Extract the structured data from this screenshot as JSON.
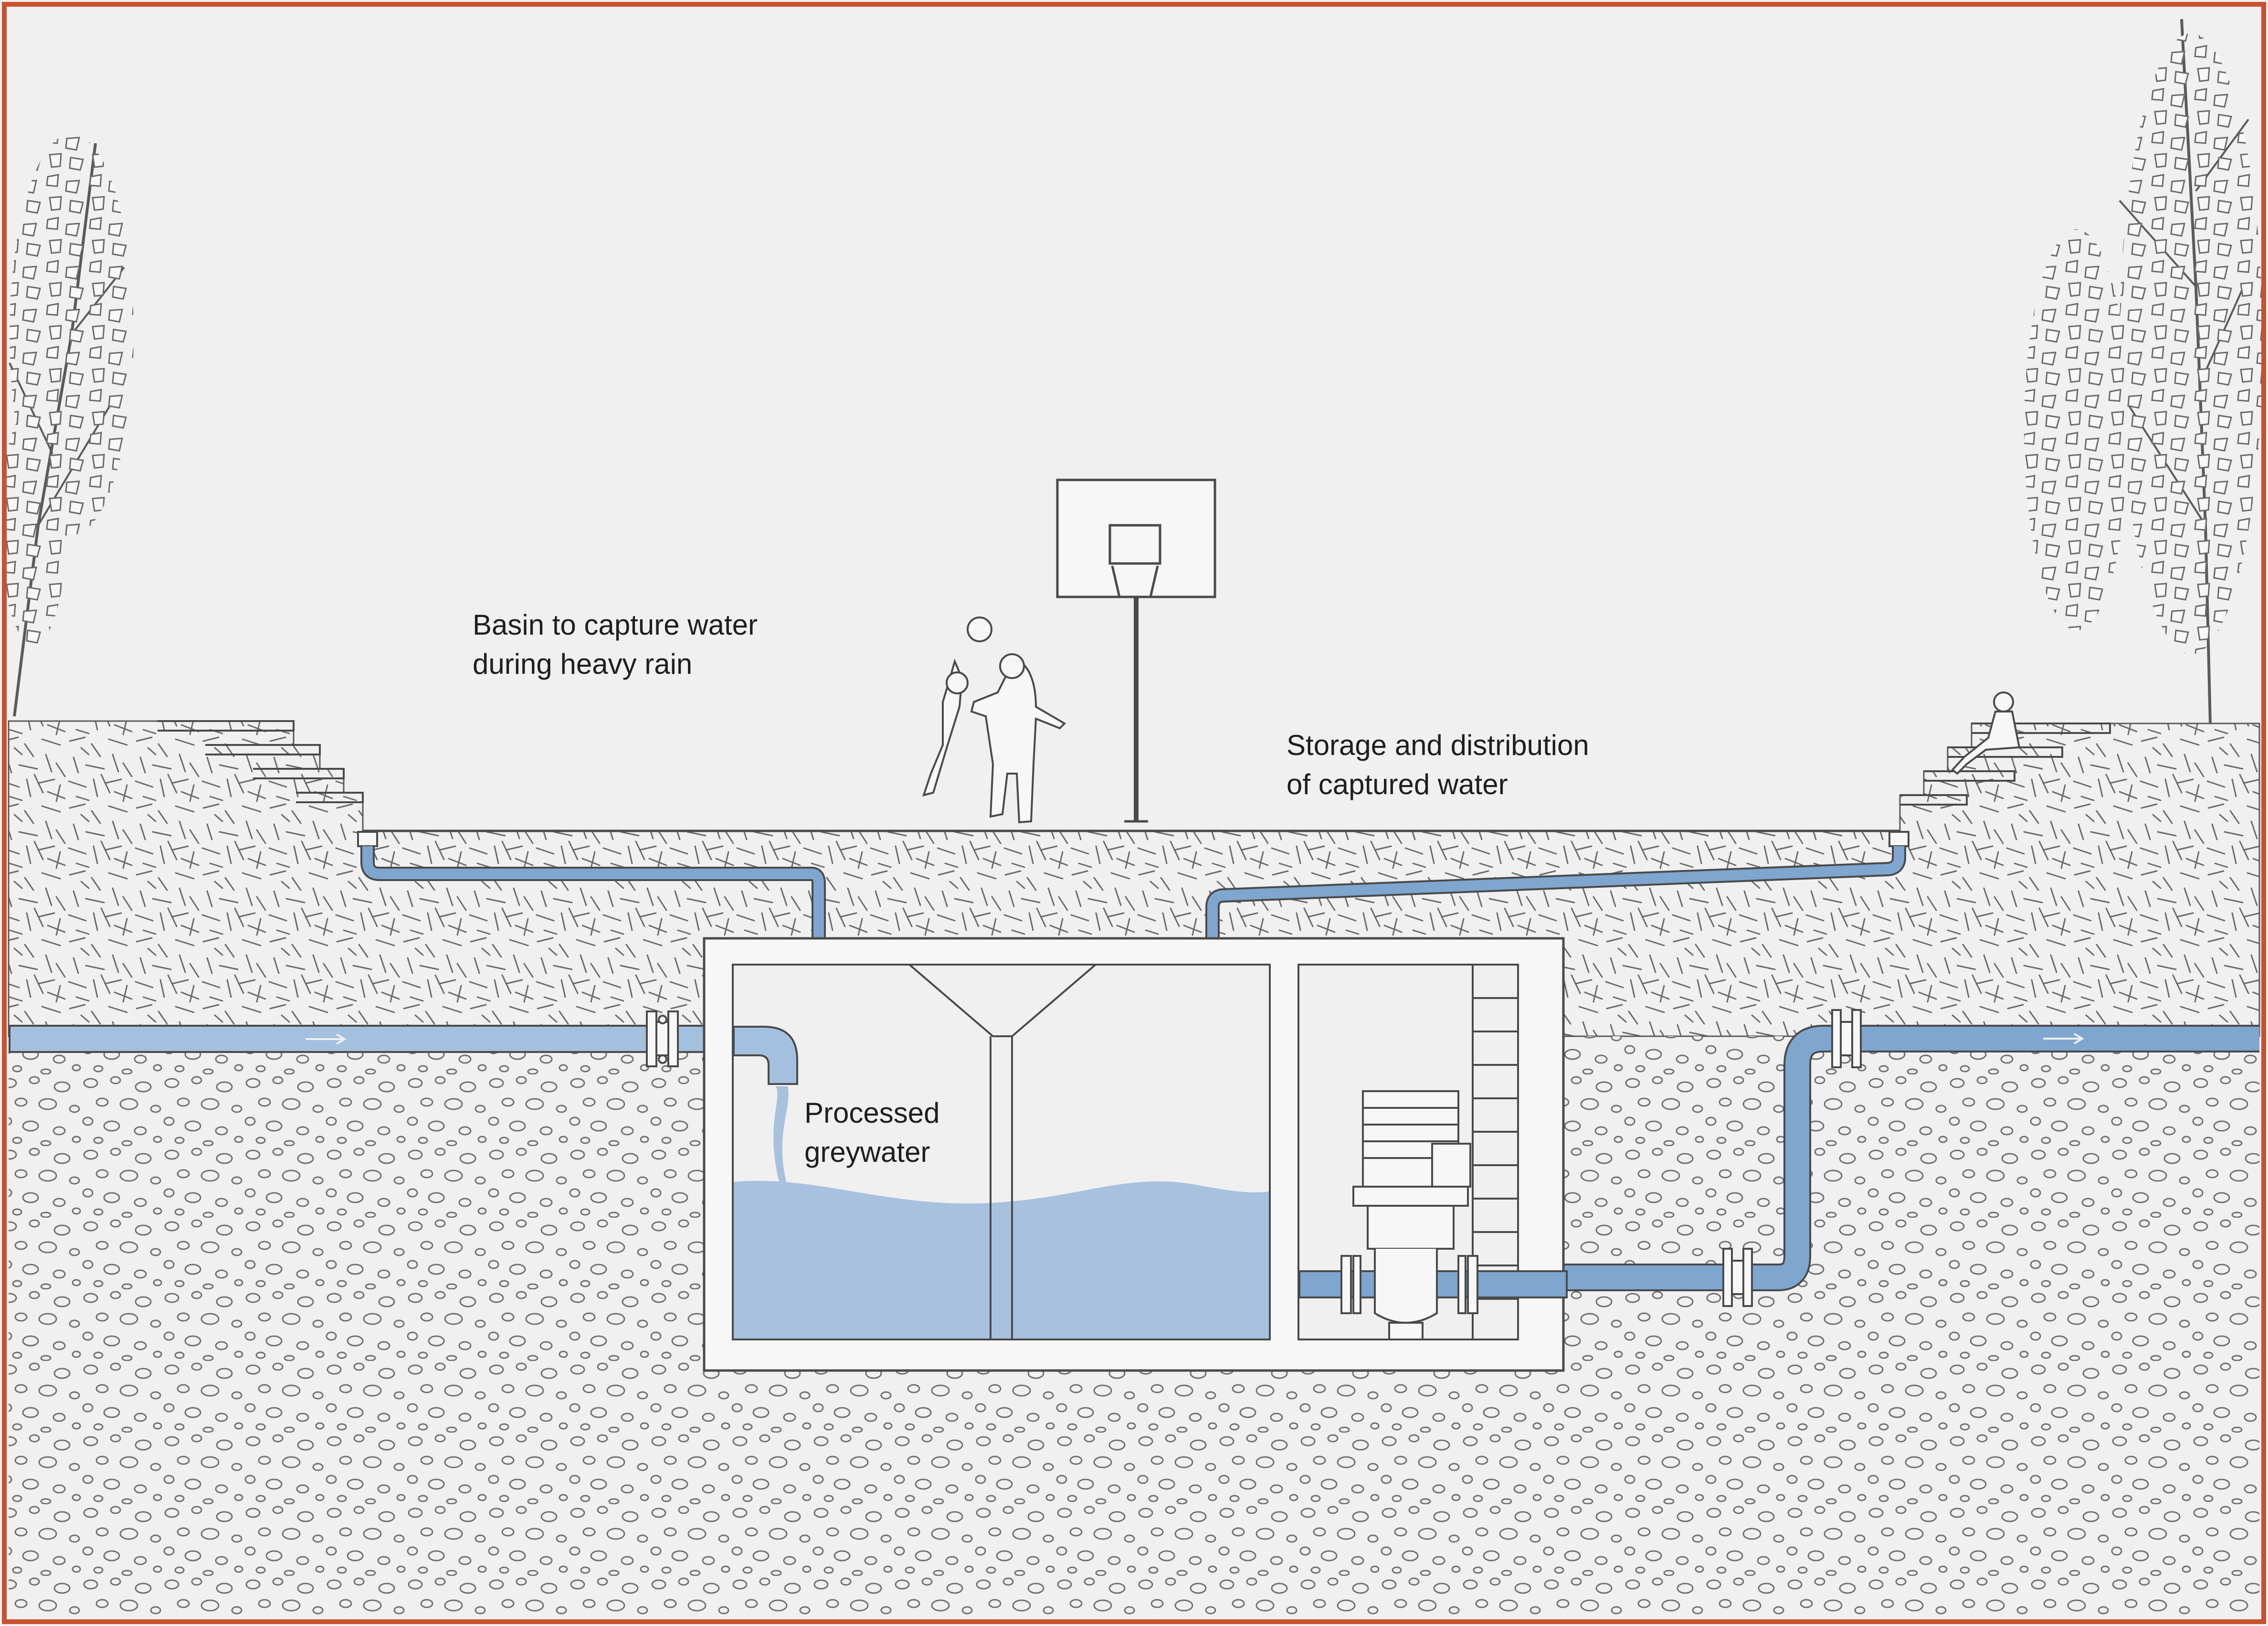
{
  "diagram": {
    "labels": {
      "basin": "Basin to capture water\nduring heavy rain",
      "storage": "Storage and distribution\nof captured water",
      "greywater": "Processed\ngreywater"
    },
    "colors": {
      "background": "#f0f0f0",
      "frame": "#c8512f",
      "outline": "#5a5a5a",
      "pipe": "#7ea6cf",
      "pipe_light": "#a3c0de",
      "water": "#a7c1df",
      "tank_wall": "#f7f7f7"
    },
    "icons": [
      "tree-icon",
      "basketball-hoop-icon",
      "basketball-players-icon",
      "seated-person-icon",
      "pump-icon",
      "pipe-flange-icon",
      "flow-arrow-icon"
    ]
  }
}
